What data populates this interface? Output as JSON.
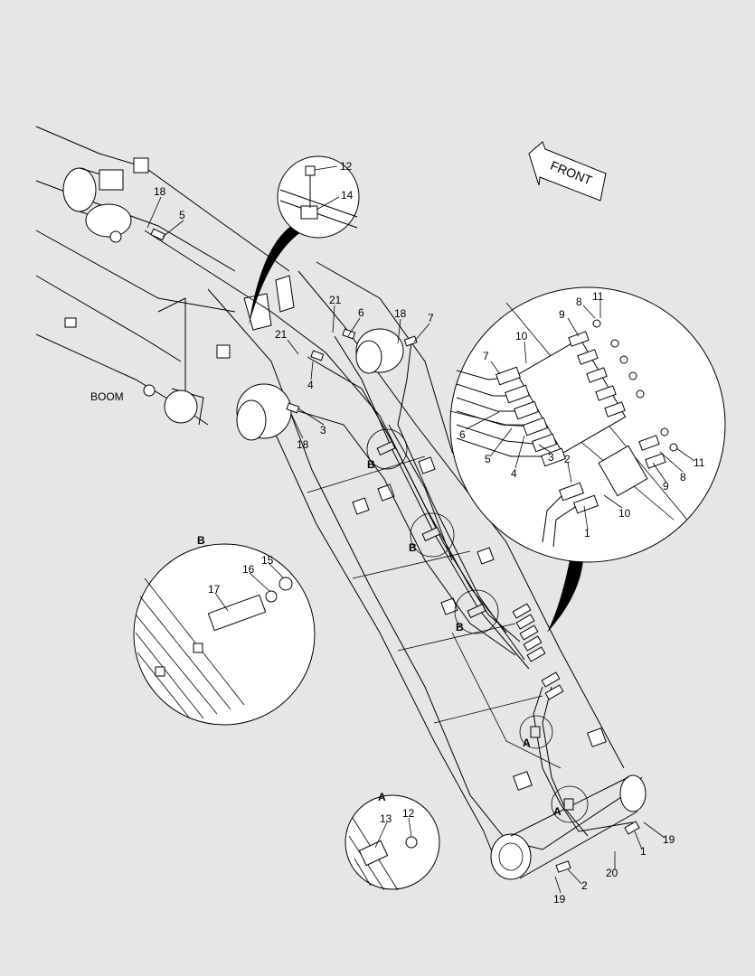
{
  "direction_arrow": {
    "text": "FRONT"
  },
  "component_label": "BOOM",
  "callouts": {
    "n1": "1",
    "n2": "2",
    "n3": "3",
    "n4": "4",
    "n5": "5",
    "n6": "6",
    "n7": "7",
    "n8": "8",
    "n9": "9",
    "n10": "10",
    "n11": "11",
    "n12": "12",
    "n13": "13",
    "n14": "14",
    "n15": "15",
    "n16": "16",
    "n17": "17",
    "n18": "18",
    "n19": "19",
    "n20": "20",
    "n21": "21"
  },
  "detail_letters": {
    "a": "A",
    "b": "B"
  }
}
